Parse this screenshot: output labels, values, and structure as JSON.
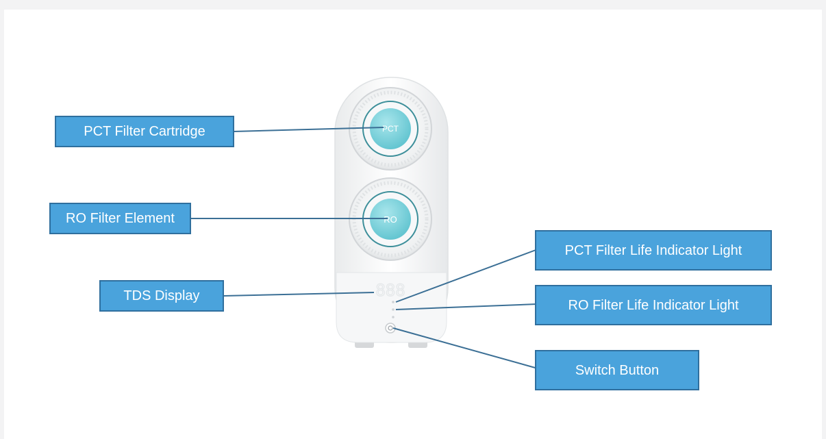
{
  "device": {
    "pct_cap_label": "PCT",
    "ro_cap_label": "RO",
    "display_digits": "888"
  },
  "callouts": {
    "pct_filter_cartridge": "PCT Filter Cartridge",
    "ro_filter_element": "RO Filter Element",
    "tds_display": "TDS Display",
    "pct_filter_life_indicator": "PCT Filter Life Indicator Light",
    "ro_filter_life_indicator": "RO Filter Life Indicator Light",
    "switch_button": "Switch Button"
  },
  "colors": {
    "callout_fill": "#4aa3dc",
    "callout_border": "#2f6f9e",
    "leader_line": "#3b6f95",
    "cap_teal": "#7fd3dc"
  }
}
